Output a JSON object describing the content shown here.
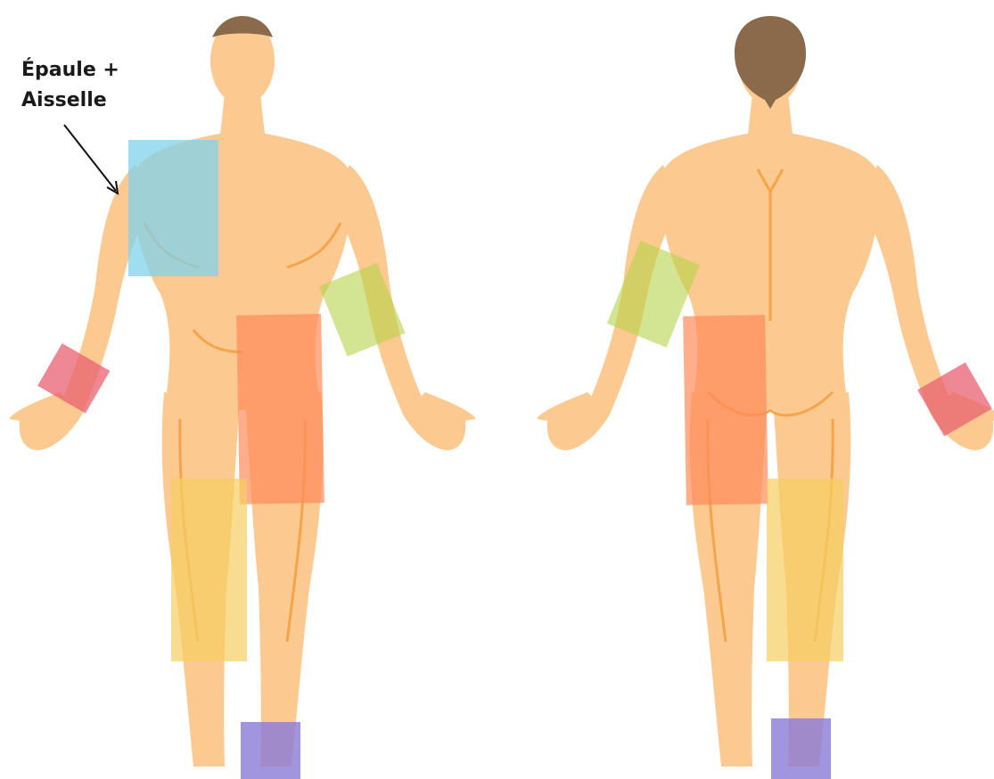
{
  "annotation": {
    "line1": "Épaule +",
    "line2": "Aisselle"
  },
  "figures": [
    {
      "view": "front",
      "hair_color": "#8a6a4a",
      "skin_color": "#fcc990",
      "shadow_color": "#f5a44a"
    },
    {
      "view": "back",
      "hair_color": "#8a6a4a",
      "skin_color": "#fcc990",
      "shadow_color": "#f5a44a"
    }
  ],
  "zones": [
    {
      "name": "shoulder-armpit",
      "figure": "front",
      "color": "#7fd1ec"
    },
    {
      "name": "forearm",
      "figure": "front",
      "color": "#b5d34a"
    },
    {
      "name": "wrist",
      "figure": "front",
      "color": "#e86070"
    },
    {
      "name": "thigh",
      "figure": "front",
      "color": "#ff8a5a"
    },
    {
      "name": "knee",
      "figure": "front",
      "color": "#f5cf62"
    },
    {
      "name": "ankle",
      "figure": "front",
      "color": "#8a7ad8"
    },
    {
      "name": "forearm",
      "figure": "back",
      "color": "#b5d34a"
    },
    {
      "name": "wrist",
      "figure": "back",
      "color": "#e86070"
    },
    {
      "name": "thigh",
      "figure": "back",
      "color": "#ff8a5a"
    },
    {
      "name": "knee",
      "figure": "back",
      "color": "#f5cf62"
    },
    {
      "name": "ankle",
      "figure": "back",
      "color": "#8a7ad8"
    }
  ]
}
